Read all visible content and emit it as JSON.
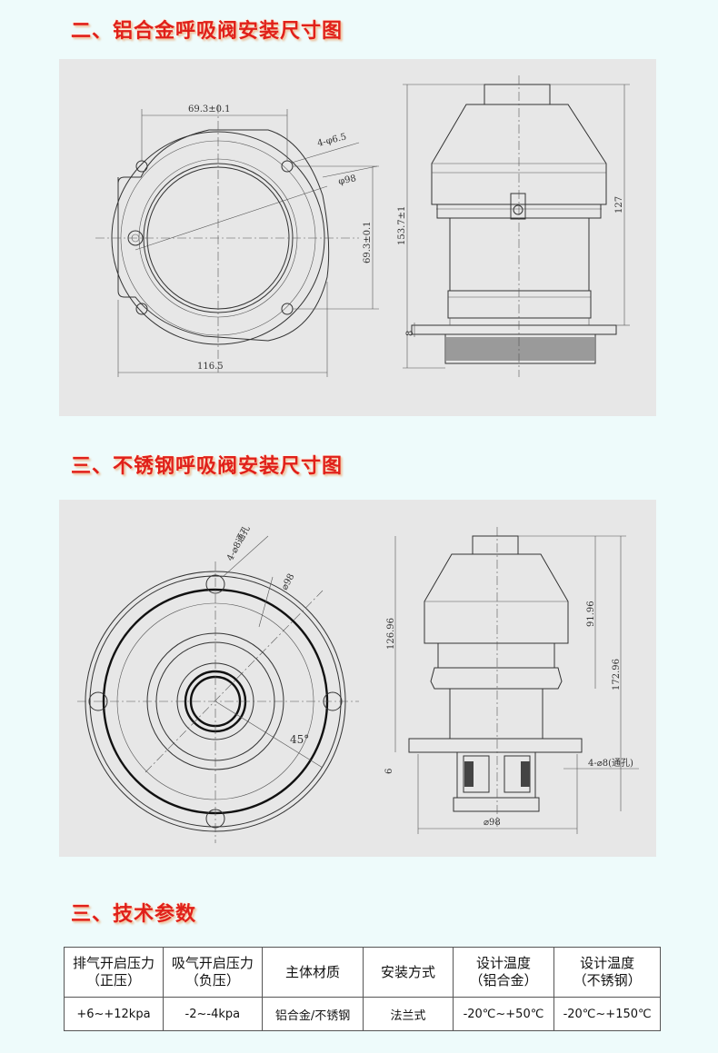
{
  "sections": {
    "aluminum_title": "二、铝合金呼吸阀安装尺寸图",
    "stainless_title": "三、不锈钢呼吸阀安装尺寸图",
    "spec_title": "三、技术参数"
  },
  "aluminum_drawing": {
    "dim_bolt_spacing_h": "69.3±0.1",
    "dim_holes": "4-φ6.5",
    "dim_diameter": "φ98",
    "dim_bolt_spacing_v": "69.3±0.1",
    "dim_width": "116.5",
    "dim_total_height": "153.7±1",
    "dim_body_height": "127",
    "dim_flange": "8"
  },
  "stainless_drawing": {
    "dim_through_holes": "4-⌀8通孔",
    "dim_diameter": "⌀98",
    "dim_angle": "45°",
    "dim_height_left": "126.96",
    "dim_height_upper": "91.96",
    "dim_height_total": "172.96",
    "dim_holes_right": "4-⌀8(通孔)",
    "dim_flange": "6",
    "dim_bottom_diameter": "⌀98"
  },
  "spec_table": {
    "headers": [
      "排气开启压力\n（正压）",
      "吸气开启压力\n（负压）",
      "主体材质",
      "安装方式",
      "设计温度\n（铝合金）",
      "设计温度\n（不锈钢）"
    ],
    "values": [
      "+6~+12kpa",
      "-2~-4kpa",
      "铝合金/不锈钢",
      "法兰式",
      "-20℃~+50℃",
      "-20℃~+150℃"
    ]
  }
}
